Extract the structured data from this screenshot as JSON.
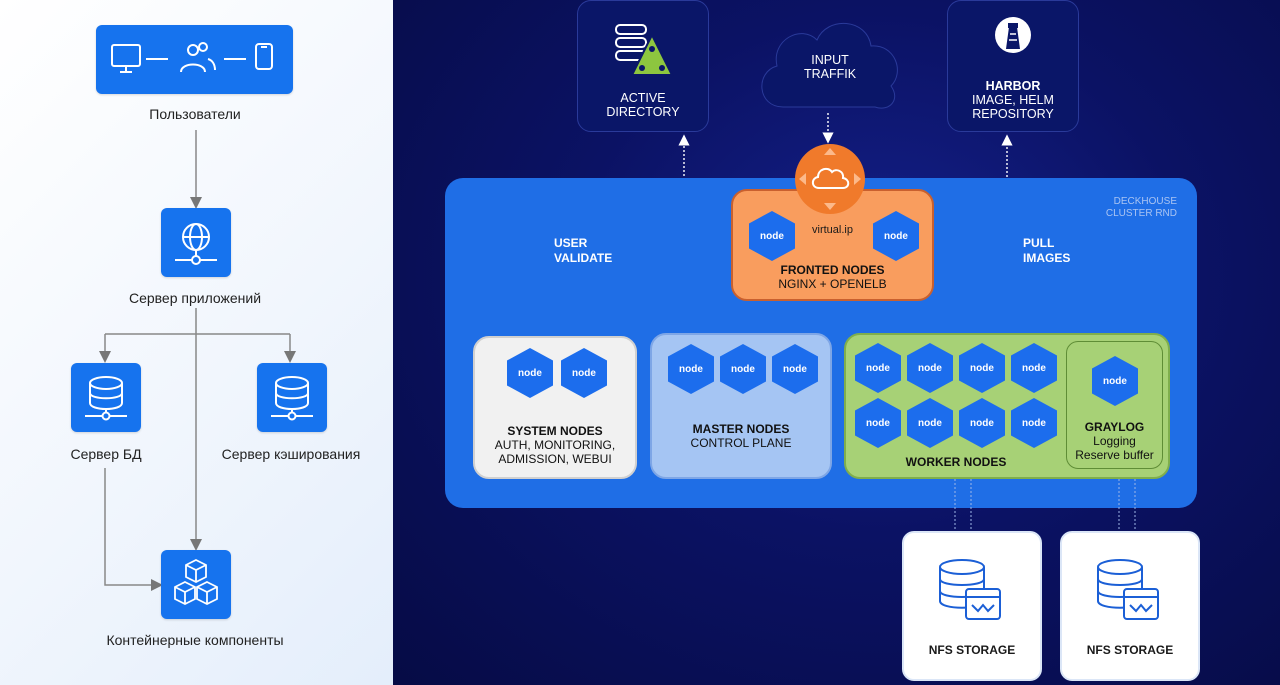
{
  "left_panel": {
    "users": "Пользователи",
    "app_server": "Сервер приложений",
    "db_server": "Сервер БД",
    "cache_server": "Сервер кэширования",
    "containers": "Контейнерные компоненты"
  },
  "right_panel": {
    "active_directory": [
      "ACTIVE",
      "DIRECTORY"
    ],
    "input_traffic": [
      "INPUT",
      "TRAFFIK"
    ],
    "harbor": {
      "title": "HARBOR",
      "lines": [
        "IMAGE, HELM",
        "REPOSITORY"
      ]
    },
    "cluster_name": [
      "DECKHOUSE",
      "CLUSTER RND"
    ],
    "user_validate": [
      "USER",
      "VALIDATE"
    ],
    "pull_images": [
      "PULL",
      "IMAGES"
    ],
    "node_label": "node",
    "virtual_ip": "virtual.ip",
    "fronted": {
      "title": "FRONTED NODES",
      "sub": "NGINX + OPENELB"
    },
    "system": {
      "title": "SYSTEM NODES",
      "lines": [
        "AUTH, MONITORING,",
        "ADMISSION, WEBUI"
      ]
    },
    "master": {
      "title": "MASTER NODES",
      "sub": "CONTROL PLANE"
    },
    "worker": {
      "title": "WORKER NODES"
    },
    "graylog": {
      "title": "GRAYLOG",
      "lines": [
        "Logging",
        "Reserve buffer"
      ]
    },
    "nfs_storage": "NFS STORAGE"
  },
  "colors": {
    "tile_blue": "#1673ee",
    "bg_navy": "#0b1264",
    "cluster_blue": "#1f6ee6",
    "fronted_orange": "#f99d5e",
    "worker_green": "#a7d176",
    "master_lightblue": "#a5c5f3"
  },
  "icons": [
    "monitor-icon",
    "users-icon",
    "phone-icon",
    "globe-icon",
    "database-icon",
    "cubes-icon",
    "server-stack-icon",
    "triangle-network-icon",
    "cloud-icon",
    "lighthouse-icon",
    "storage-icon"
  ]
}
